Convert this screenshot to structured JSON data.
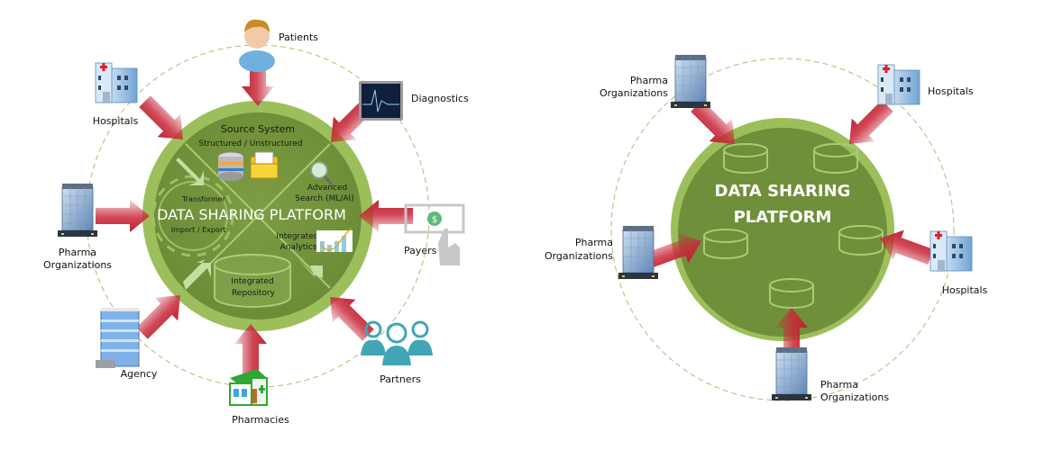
{
  "left_diagram": {
    "title": "DATA SHARING PLATFORM",
    "quadrants": {
      "top": {
        "title": "Source System",
        "subtitle": "Structured / Unstructured"
      },
      "right_top": "Advanced",
      "right_bottom": "Search (ML/AI)",
      "analytics_line1": "Integrated",
      "analytics_line2": "Analytics",
      "left_top": "Transformer",
      "left_bottom": "Import / Export",
      "bottom_line1": "Integrated",
      "bottom_line2": "Repository"
    },
    "participants": {
      "patients": "Patients",
      "diagnostics": "Diagnostics",
      "hospitals": "Hospitals",
      "pharma_line1": "Pharma",
      "pharma_line2": "Organizations",
      "payers": "Payers",
      "agency": "Agency",
      "pharmacies": "Pharmacies",
      "partners": "Partners"
    }
  },
  "right_diagram": {
    "title_line1": "DATA SHARING",
    "title_line2": "PLATFORM",
    "participants": {
      "pharma_tl_line1": "Pharma",
      "pharma_tl_line2": "Organizations",
      "hospitals_tr": "Hospitals",
      "pharma_l_line1": "Pharma",
      "pharma_l_line2": "Organizations",
      "hospitals_r": "Hospitals",
      "pharma_b_line1": "Pharma",
      "pharma_b_line2": "Organizations"
    }
  },
  "colors": {
    "platform_dark": "#6f8f3a",
    "platform_light": "#9cbf5c",
    "arrow_red": "#c8283a",
    "dashed_ring": "#a8c070"
  }
}
